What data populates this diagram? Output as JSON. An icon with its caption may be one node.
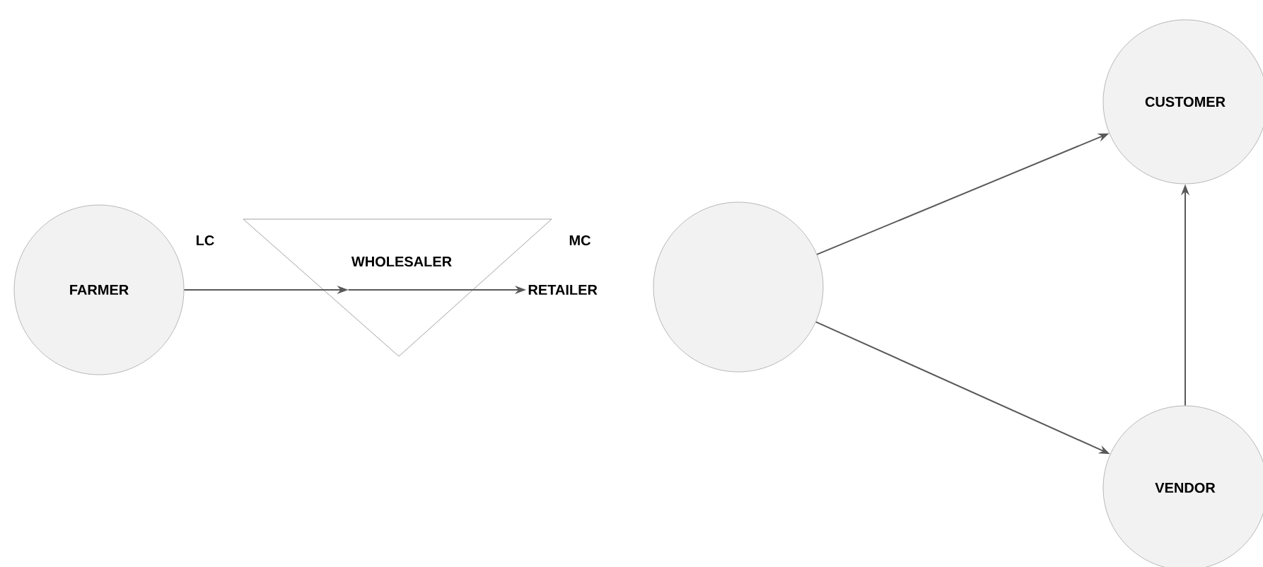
{
  "diagram": {
    "nodes": [
      {
        "text": [
          "FARMER"
        ]
      },
      {
        "text": [
          "WHOLESALER"
        ]
      },
      {
        "text": [
          "RETAILER"
        ]
      },
      {
        "text": [],
        "shape": "circle"
      },
      {
        "text": [
          "CUSTOMER"
        ]
      },
      {
        "text": [
          "VENDOR"
        ]
      }
    ],
    "edges": [
      {
        "from": 0,
        "to": 1,
        "arrow": "to"
      },
      {
        "from": 1,
        "to": 2,
        "arrow": "to"
      },
      {
        "from": 3,
        "to": 4,
        "arrow": "to"
      },
      {
        "from": 3,
        "to": 5,
        "arrow": "to"
      },
      {
        "from": 5,
        "to": 4,
        "arrow": "to"
      }
    ],
    "labels": [
      "LC",
      "MC"
    ]
  }
}
